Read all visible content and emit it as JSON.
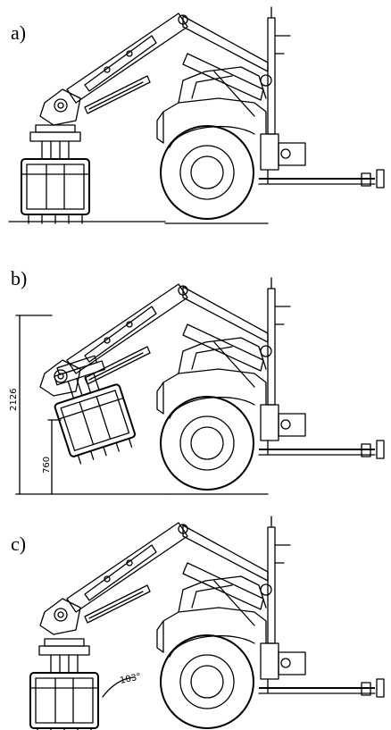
{
  "panels": [
    {
      "label": "a)"
    },
    {
      "label": "b)",
      "dimensions": {
        "total_height": "2126",
        "lower_height": "760"
      }
    },
    {
      "label": "c)",
      "angle_note": "103°"
    }
  ]
}
